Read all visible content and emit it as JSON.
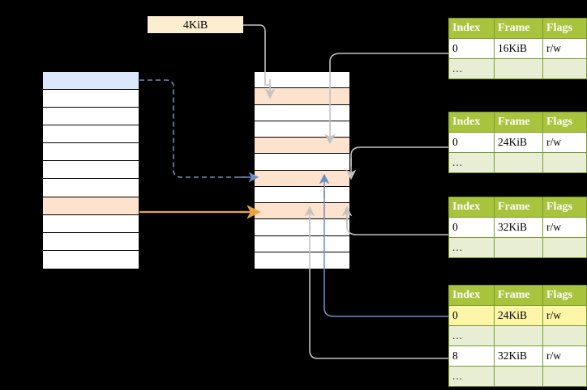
{
  "diagram": {
    "size_label": "4KiB",
    "left_column": {
      "name": "virtual-address-space",
      "rows": [
        {
          "fill": "blue"
        },
        {
          "fill": "white"
        },
        {
          "fill": "white"
        },
        {
          "fill": "white"
        },
        {
          "fill": "white"
        },
        {
          "fill": "white"
        },
        {
          "fill": "white"
        },
        {
          "fill": "peach"
        },
        {
          "fill": "white"
        },
        {
          "fill": "white"
        },
        {
          "fill": "white"
        }
      ]
    },
    "middle_column": {
      "name": "physical-memory",
      "rows": [
        {
          "fill": "white"
        },
        {
          "fill": "peach"
        },
        {
          "fill": "white"
        },
        {
          "fill": "white"
        },
        {
          "fill": "peach"
        },
        {
          "fill": "white"
        },
        {
          "fill": "peach"
        },
        {
          "fill": "white"
        },
        {
          "fill": "peach"
        },
        {
          "fill": "white"
        },
        {
          "fill": "white"
        },
        {
          "fill": "white"
        }
      ]
    },
    "page_tables": [
      {
        "id": "page-table-1",
        "headers": [
          "Index",
          "Frame",
          "Flags"
        ],
        "rows": [
          {
            "cells": [
              "0",
              "16KiB",
              "r/w"
            ],
            "style": "normal"
          },
          {
            "cells": [
              "...",
              "",
              ""
            ],
            "style": "ellipsis"
          }
        ]
      },
      {
        "id": "page-table-2",
        "headers": [
          "Index",
          "Frame",
          "Flags"
        ],
        "rows": [
          {
            "cells": [
              "0",
              "24KiB",
              "r/w"
            ],
            "style": "normal"
          },
          {
            "cells": [
              "...",
              "",
              ""
            ],
            "style": "ellipsis"
          }
        ]
      },
      {
        "id": "page-table-3",
        "headers": [
          "Index",
          "Frame",
          "Flags"
        ],
        "rows": [
          {
            "cells": [
              "0",
              "32KiB",
              "r/w"
            ],
            "style": "normal"
          },
          {
            "cells": [
              "...",
              "",
              ""
            ],
            "style": "ellipsis"
          }
        ]
      },
      {
        "id": "page-table-4",
        "headers": [
          "Index",
          "Frame",
          "Flags"
        ],
        "rows": [
          {
            "cells": [
              "0",
              "24KiB",
              "r/w"
            ],
            "style": "highlight"
          },
          {
            "cells": [
              "...",
              "",
              ""
            ],
            "style": "ellipsis"
          },
          {
            "cells": [
              "8",
              "32KiB",
              "r/w"
            ],
            "style": "normal"
          },
          {
            "cells": [
              "...",
              "",
              ""
            ],
            "style": "ellipsis"
          }
        ]
      }
    ],
    "colors": {
      "background": "#000000",
      "header_green": "#a8c43c",
      "ellipsis_green": "#e8eed3",
      "highlight_yellow": "#fdf6a8",
      "peach": "#fde3cd",
      "blue_fill": "#dbe8fb",
      "accent_orange": "#e8a33d",
      "accent_blue": "#6e8fc4",
      "connector_gray": "#c0c0c0"
    }
  }
}
